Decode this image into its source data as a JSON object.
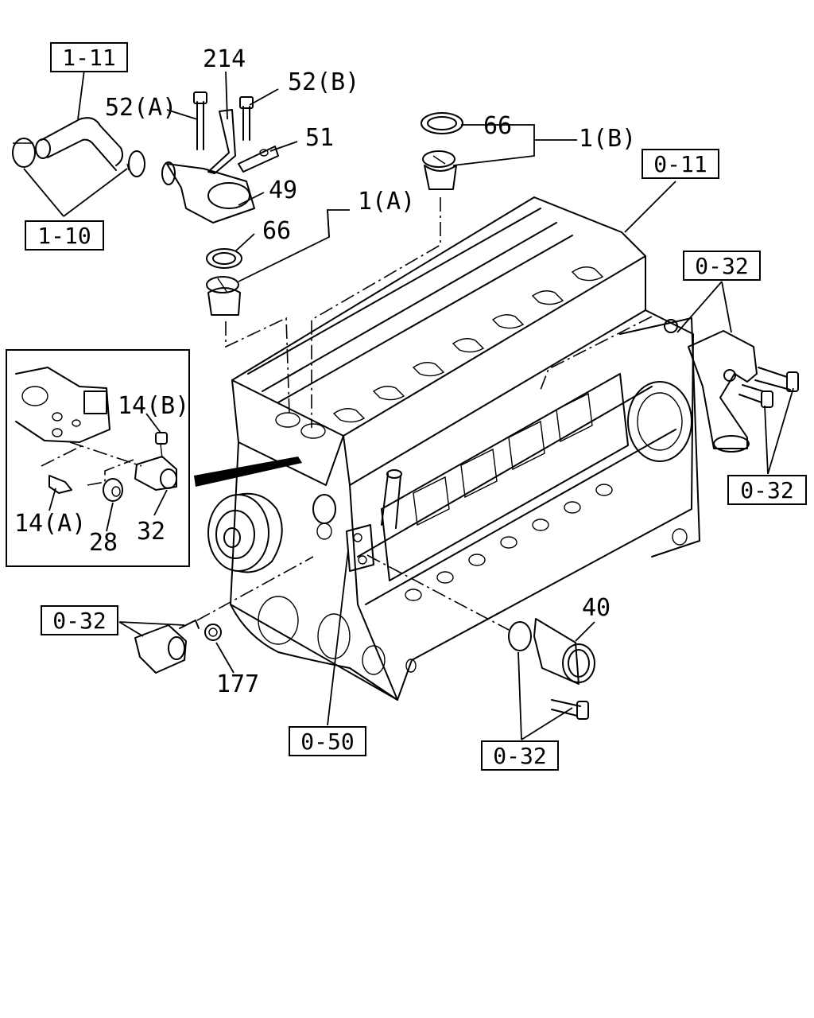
{
  "refs": {
    "r1": "1-11",
    "r2": "1-10",
    "r3": "0-11",
    "r4": "0-32",
    "r5": "0-32",
    "r6": "0-32",
    "r7": "0-50",
    "r8": "0-32"
  },
  "labels": {
    "l214": "214",
    "l52a": "52(A)",
    "l52b": "52(B)",
    "l51": "51",
    "l49": "49",
    "l66a": "66",
    "l1a": "1(A)",
    "l66b": "66",
    "l1b": "1(B)",
    "l14b": "14(B)",
    "l14a": "14(A)",
    "l28": "28",
    "l32": "32",
    "l177": "177",
    "l40": "40"
  }
}
